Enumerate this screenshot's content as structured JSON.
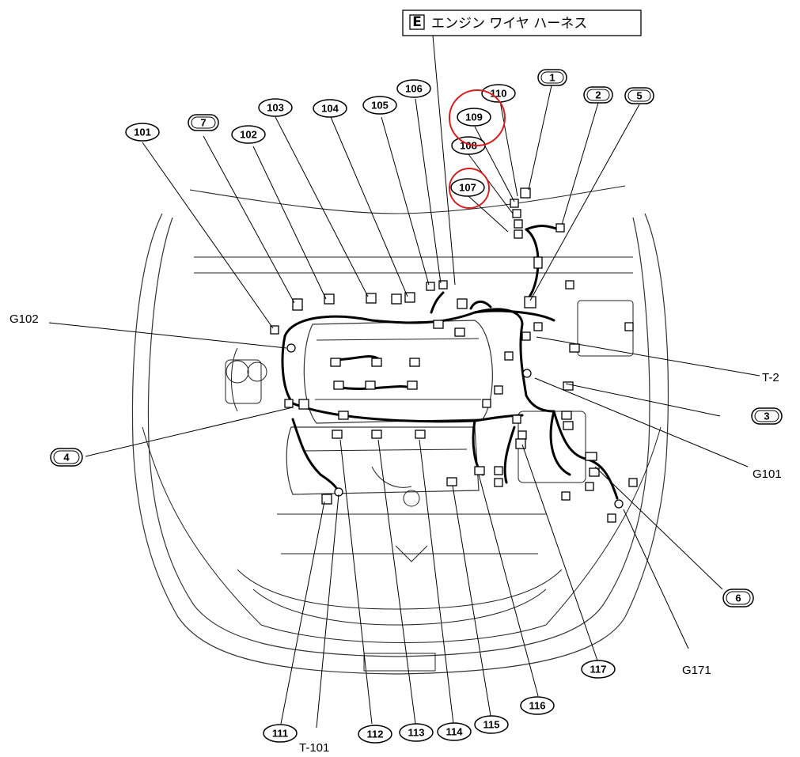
{
  "title": {
    "badge": "E",
    "text": "エンジン ワイヤ ハーネス"
  },
  "callouts_rounded": [
    "1",
    "2",
    "3",
    "4",
    "5",
    "6",
    "7"
  ],
  "callouts_oval": [
    "101",
    "102",
    "103",
    "104",
    "105",
    "106",
    "107",
    "108",
    "109",
    "110",
    "111",
    "112",
    "113",
    "114",
    "115",
    "116",
    "117"
  ],
  "plain_labels": {
    "g102": "G102",
    "t2": "T-2",
    "g101": "G101",
    "g171": "G171",
    "t101": "T-101"
  },
  "highlighted": [
    "107",
    "109"
  ],
  "colors": {
    "highlight": "#d42020",
    "ink": "#000000"
  }
}
